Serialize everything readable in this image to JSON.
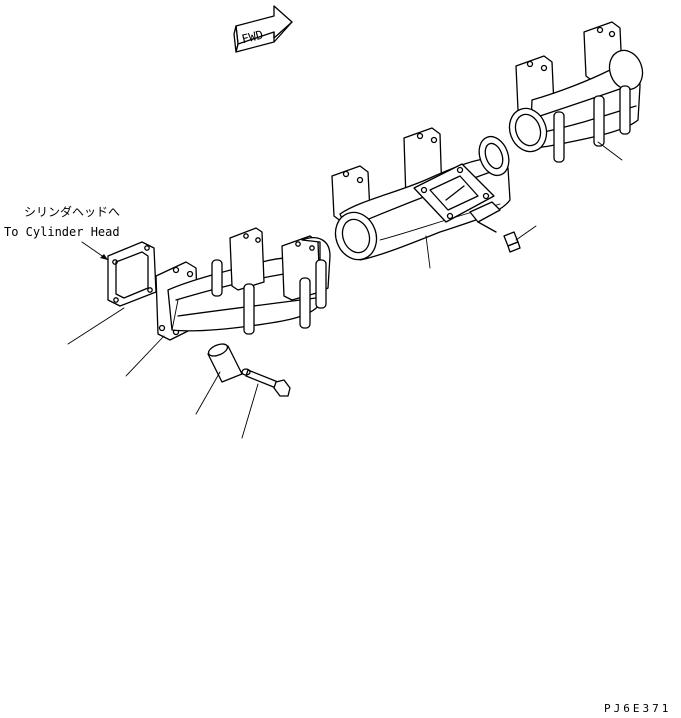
{
  "fwd_arrow": {
    "label": "FWD"
  },
  "callout": {
    "japanese": "シリンダヘッドへ",
    "english": "To Cylinder Head"
  },
  "drawing_code": "PJ6E371",
  "colors": {
    "line": "#000000",
    "background": "#ffffff"
  }
}
